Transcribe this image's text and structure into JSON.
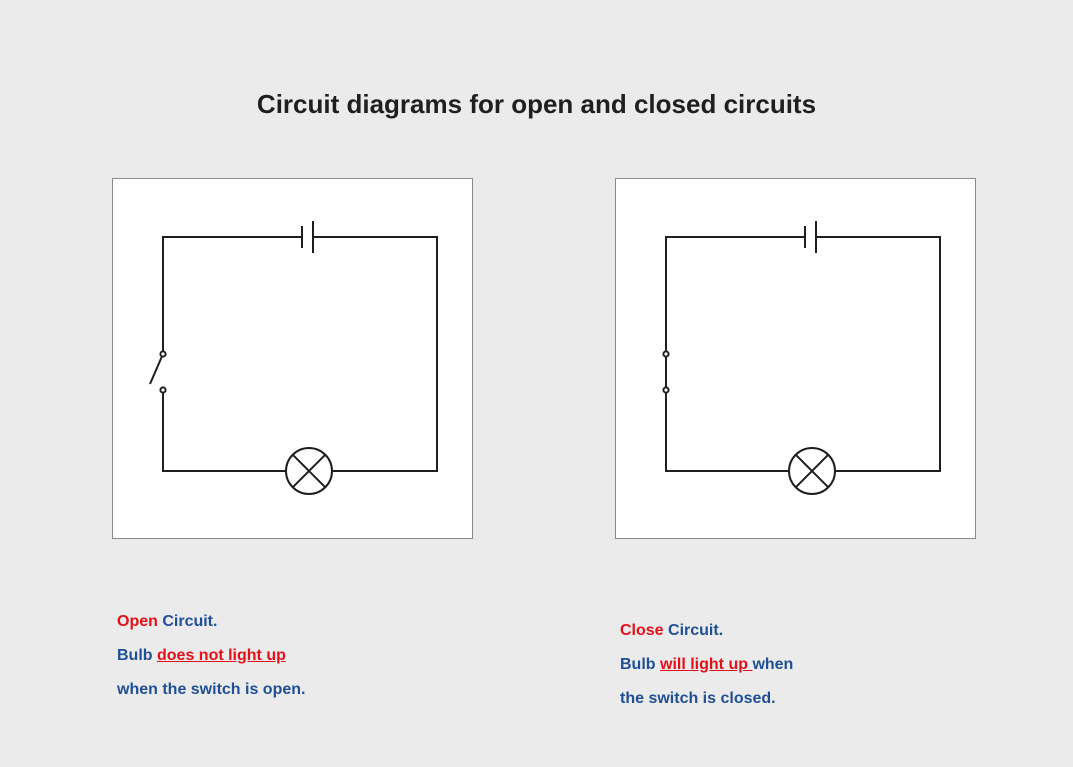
{
  "title": "Circuit diagrams for open and closed circuits",
  "colors": {
    "background": "#ebebeb",
    "panel": "#ffffff",
    "wire": "#1f1f1f",
    "caption_blue": "#1f4f96",
    "caption_red": "#e3101a"
  },
  "left": {
    "switch_state": "open",
    "caption": {
      "state_word": "Open",
      "circuit_word": " Circuit.",
      "bulb_word": "Bulb ",
      "bulb_status": "does not light up",
      "bulb_after": "",
      "line3": "when the switch is open."
    }
  },
  "right": {
    "switch_state": "closed",
    "caption": {
      "state_word": "Close",
      "circuit_word": " Circuit.",
      "bulb_word": "Bulb ",
      "bulb_status": "will light up ",
      "bulb_after": "when",
      "line3": "the switch is closed."
    }
  }
}
